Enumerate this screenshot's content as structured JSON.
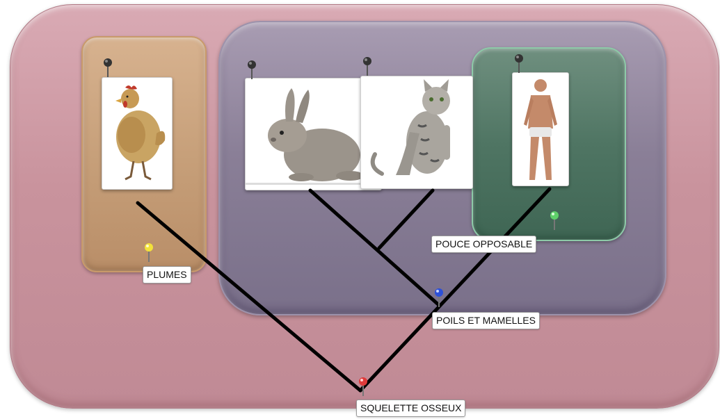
{
  "labels": {
    "squelette": "SQUELETTE OSSEUX",
    "plumes": "PLUMES",
    "poils": "POILS ET MAMELLES",
    "pouce": "POUCE OPPOSABLE"
  },
  "species": [
    "poule",
    "lapin",
    "chat",
    "homme"
  ],
  "colors": {
    "outer_group": "#c9939d",
    "birds_group": "#c7a07a",
    "mammals_group": "#8a7f97",
    "primates_group": "#4f7563",
    "pin_black": "#333333",
    "pin_yellow": "#f2e23a",
    "pin_green": "#5fd16a",
    "pin_blue": "#2c4fd8",
    "pin_red": "#e03a3a",
    "tree_line": "#000000"
  }
}
